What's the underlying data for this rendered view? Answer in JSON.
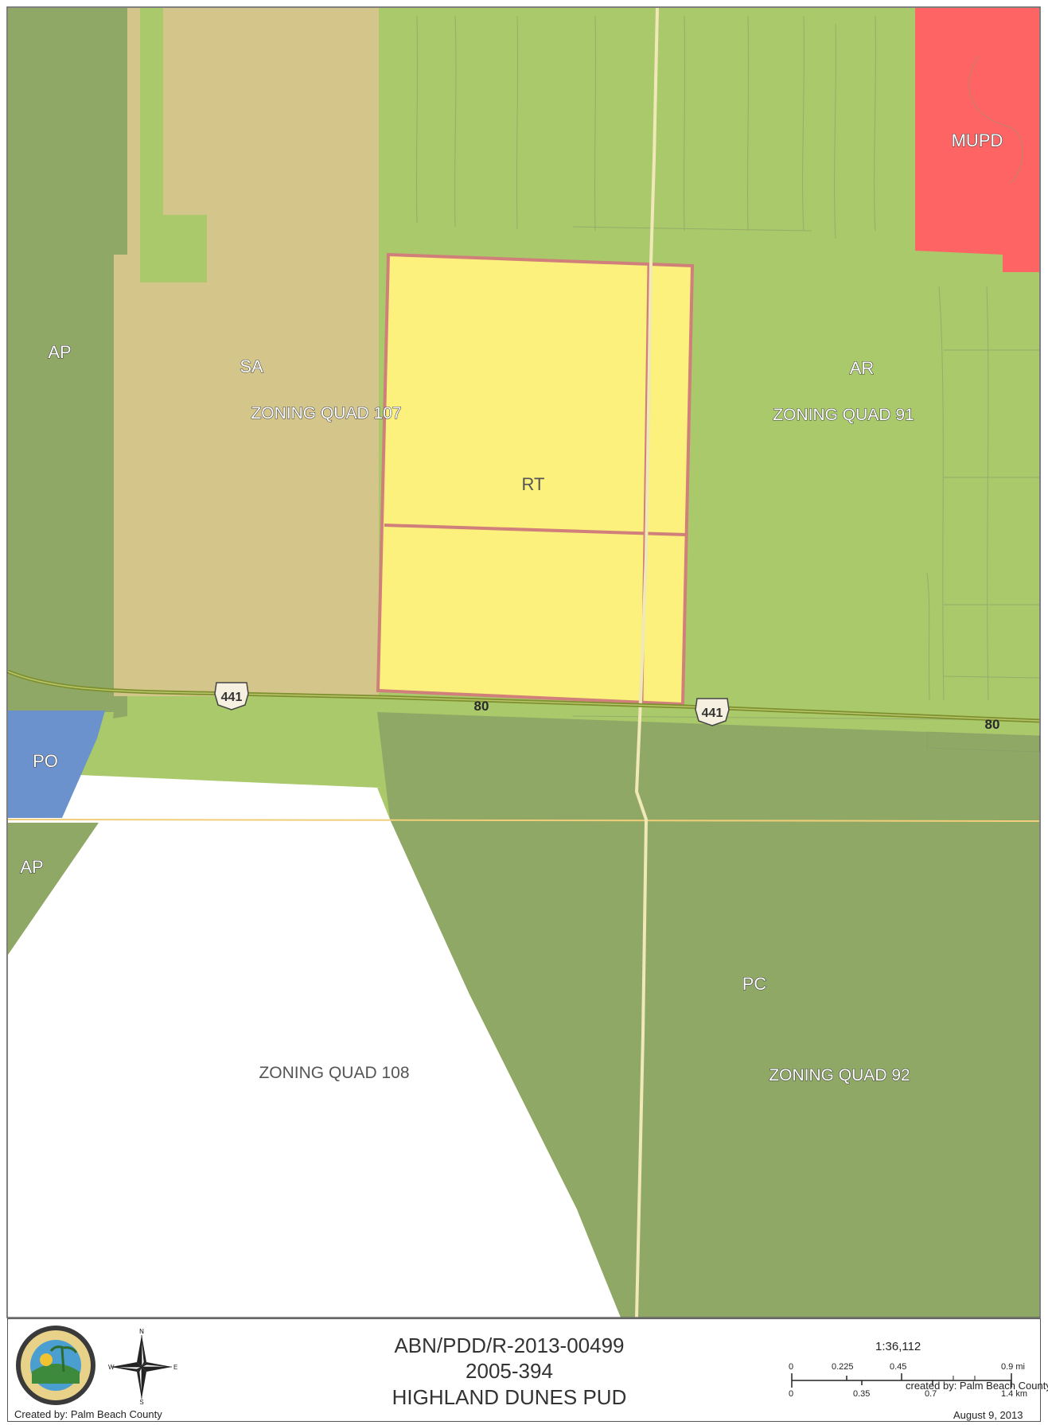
{
  "colors": {
    "ag_production": "#8fa865",
    "ag_residential": "#a9c96a",
    "special_agriculture": "#d4c58a",
    "rt_parcel": "#fbf17c",
    "mupd": "#ff6464",
    "public_ownership": "#6b92cc",
    "preservation_conservation": "#8fa865",
    "parcel_outline": "#d07f7a",
    "road": "#7d8f2e",
    "section_line": "#f1cf7a"
  },
  "zones": {
    "ap_west": "AP",
    "sa": "SA",
    "rt": "RT",
    "ar": "AR",
    "mupd": "MUPD",
    "po": "PO",
    "ap_south": "AP",
    "pc": "PC"
  },
  "quads": {
    "q107": "ZONING QUAD 107",
    "q91": "ZONING QUAD 91",
    "q108": "ZONING QUAD 108",
    "q92": "ZONING QUAD 92"
  },
  "roads": {
    "us_shield_1": "441",
    "us_shield_2": "441",
    "sr_1": "80",
    "sr_2": "80"
  },
  "footer": {
    "petition": "ABN/PDD/R-2013-00499",
    "resolution": "2005-394",
    "project": "HIGHLAND DUNES PUD",
    "created_by_left": "Created by: Palm Beach County",
    "created_by_right": "created by: Palm Beach County",
    "date": "August 9, 2013",
    "scale_ratio": "1:36,112",
    "scale_mi": [
      "0",
      "0.225",
      "0.45",
      "0.9 mi"
    ],
    "scale_km": [
      "0",
      "0.35",
      "0.7",
      "1.4 km"
    ],
    "compass": {
      "n": "N",
      "e": "E",
      "s": "S",
      "w": "W"
    }
  }
}
